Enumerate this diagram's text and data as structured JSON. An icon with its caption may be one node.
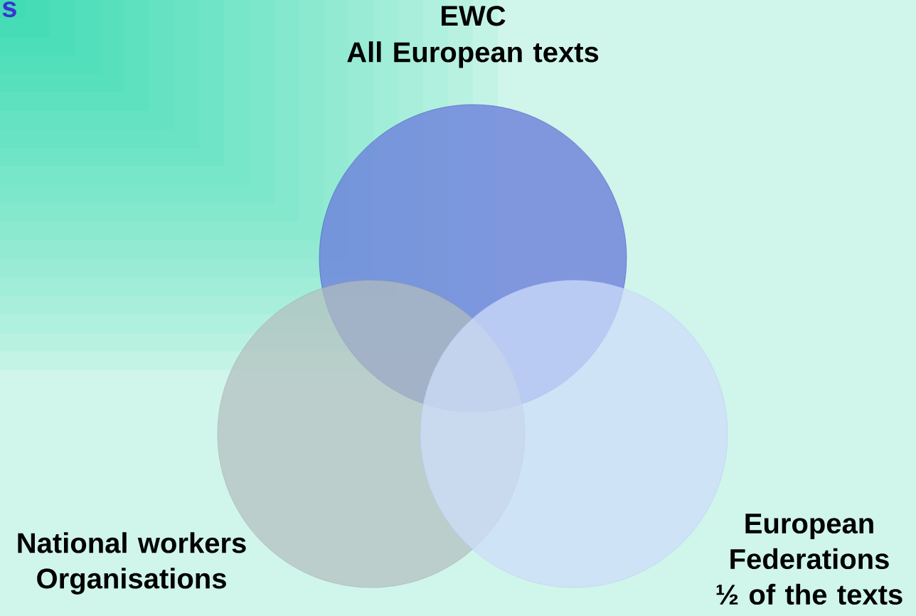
{
  "diagram": {
    "title": "s",
    "nodes": [
      {
        "text": [
          "EWC",
          "All European texts"
        ]
      },
      {
        "text": [
          "National workers Organisations"
        ]
      },
      {
        "text": [
          "European Federations ½ of the texts"
        ]
      }
    ]
  }
}
